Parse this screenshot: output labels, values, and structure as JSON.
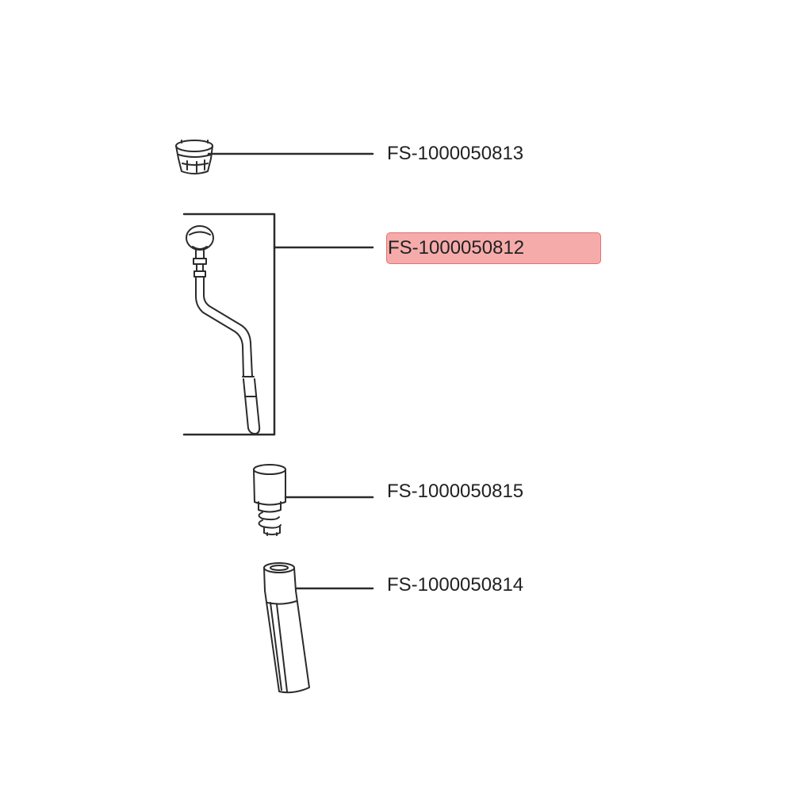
{
  "diagram": {
    "parts": [
      {
        "id": "cap",
        "label": "FS-1000050813",
        "icon": "cap-icon",
        "highlighted": false
      },
      {
        "id": "steam-pipe",
        "label": "FS-1000050812",
        "icon": "steam-pipe-icon",
        "highlighted": true
      },
      {
        "id": "connector",
        "label": "FS-1000050815",
        "icon": "connector-icon",
        "highlighted": false
      },
      {
        "id": "tube",
        "label": "FS-1000050814",
        "icon": "tube-icon",
        "highlighted": false
      }
    ],
    "colors": {
      "line": "#2b2b2b",
      "highlight": "#f07878"
    }
  }
}
